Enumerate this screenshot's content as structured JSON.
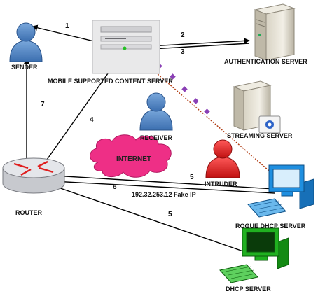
{
  "nodes": {
    "sender": "SENDER",
    "content_server": "MOBILE SUPPORTED CONTENT SERVER",
    "auth_server": "AUTHENTICATION SERVER",
    "streaming_server": "STREAMING SERVER",
    "receiver": "RECEIVER",
    "internet": "INTERNET",
    "intruder": "INTRUDER",
    "router": "ROUTER",
    "rogue_dhcp": "ROGUE DHCP SERVER",
    "dhcp": "DHCP SERVER"
  },
  "edges": {
    "e1": "1",
    "e2": "2",
    "e3": "3",
    "e4": "4",
    "e5_intruder": "5",
    "e6": "6",
    "e5_dhcp": "5",
    "e7": "7"
  },
  "fake_ip": "192.32.253.12 Fake IP",
  "colors": {
    "sender_blue": "#4f86c6",
    "receiver_blue": "#4f86c6",
    "intruder_red": "#e02020",
    "internet_pink": "#ee2f86",
    "rogue_pc_blue": "#1f8fe0",
    "dhcp_pc_green": "#20b020",
    "packet_purple": "#8a3fb5",
    "attack_path": "#b03a10"
  },
  "icons": [
    "person-icon",
    "server-icon",
    "router-icon",
    "cloud-icon",
    "desktop-computer-icon"
  ]
}
